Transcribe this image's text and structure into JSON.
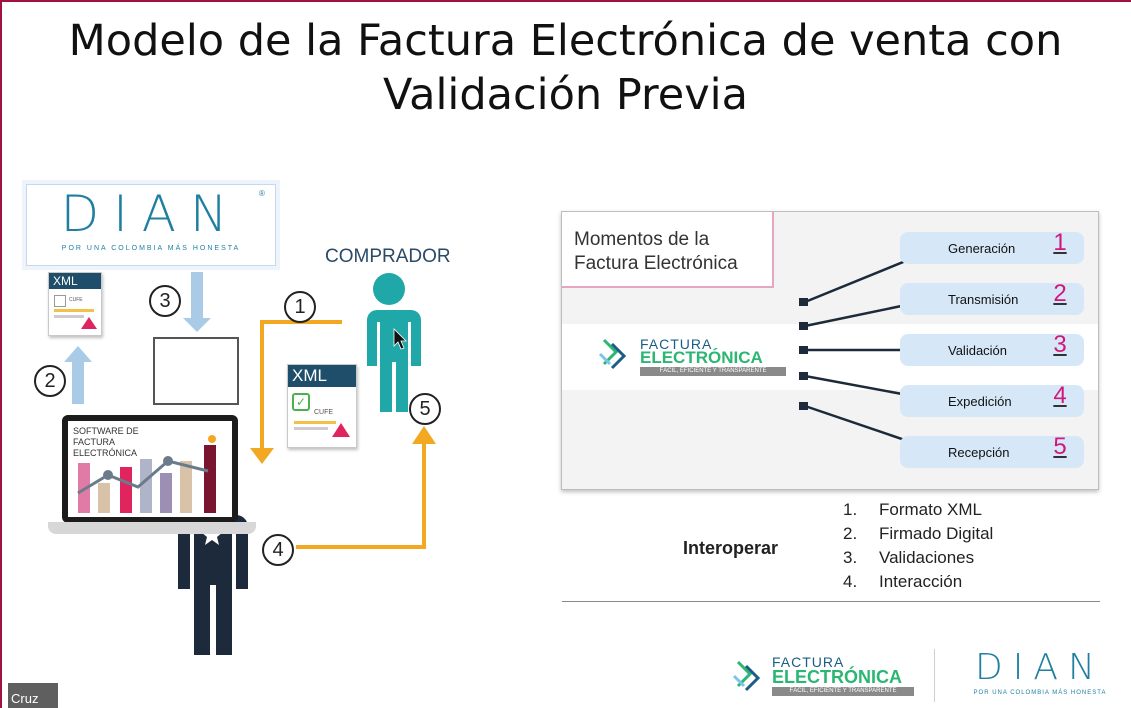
{
  "title": {
    "line1": "Modelo de la Factura Electrónica de venta con",
    "line2": "Validación Previa"
  },
  "diagram": {
    "dian_logo": {
      "word": "DIAN",
      "tagline": "POR UNA COLOMBIA MÁS HONESTA",
      "registered": "®"
    },
    "buyer_label": "COMPRADOR",
    "steps": [
      "1",
      "2",
      "3",
      "4",
      "5"
    ],
    "xml_doc_label": "XML",
    "cufe_label": "CUFE",
    "software_label": "SOFTWARE DE FACTURA ELECTRÓNICA"
  },
  "panel": {
    "title": "Momentos de la Factura Electrónica",
    "logo": {
      "line1": "FACTURA",
      "line2": "ELECTRÓNICA",
      "tagline": "FÁCIL, EFICIENTE Y TRANSPARENTE"
    },
    "moments": [
      {
        "label": "Generación",
        "number": "1"
      },
      {
        "label": "Transmisión",
        "number": "2"
      },
      {
        "label": "Validación",
        "number": "3"
      },
      {
        "label": "Expedición",
        "number": "4"
      },
      {
        "label": "Recepción",
        "number": "5"
      }
    ]
  },
  "interoperar": {
    "label": "Interoperar",
    "items": [
      {
        "num": "1.",
        "text": "Formato XML"
      },
      {
        "num": "2.",
        "text": "Firmado Digital"
      },
      {
        "num": "3.",
        "text": "Validaciones"
      },
      {
        "num": "4.",
        "text": "Interacción"
      }
    ]
  },
  "footer": {
    "fe_logo": {
      "line1": "FACTURA",
      "line2": "ELECTRÓNICA",
      "tagline": "FÁCIL, EFICIENTE Y TRANSPARENTE"
    },
    "dian_logo": {
      "word": "DIAN",
      "tagline": "POR UNA COLOMBIA MÁS HONESTA"
    }
  },
  "presenter_tag": "Cruz",
  "colors": {
    "frame": "#a01244",
    "dian_blue": "#1e7fa0",
    "buyer_teal": "#20a7a7",
    "seller_navy": "#1c2a3c",
    "arrow_orange": "#f2a821",
    "arrow_light_blue": "#a9cbe8",
    "check_green": "#4caf50",
    "moment_fill": "#d6e8f8",
    "moment_number": "#d1177a",
    "fe_green": "#2bb673",
    "fe_blue": "#1b5d84"
  }
}
